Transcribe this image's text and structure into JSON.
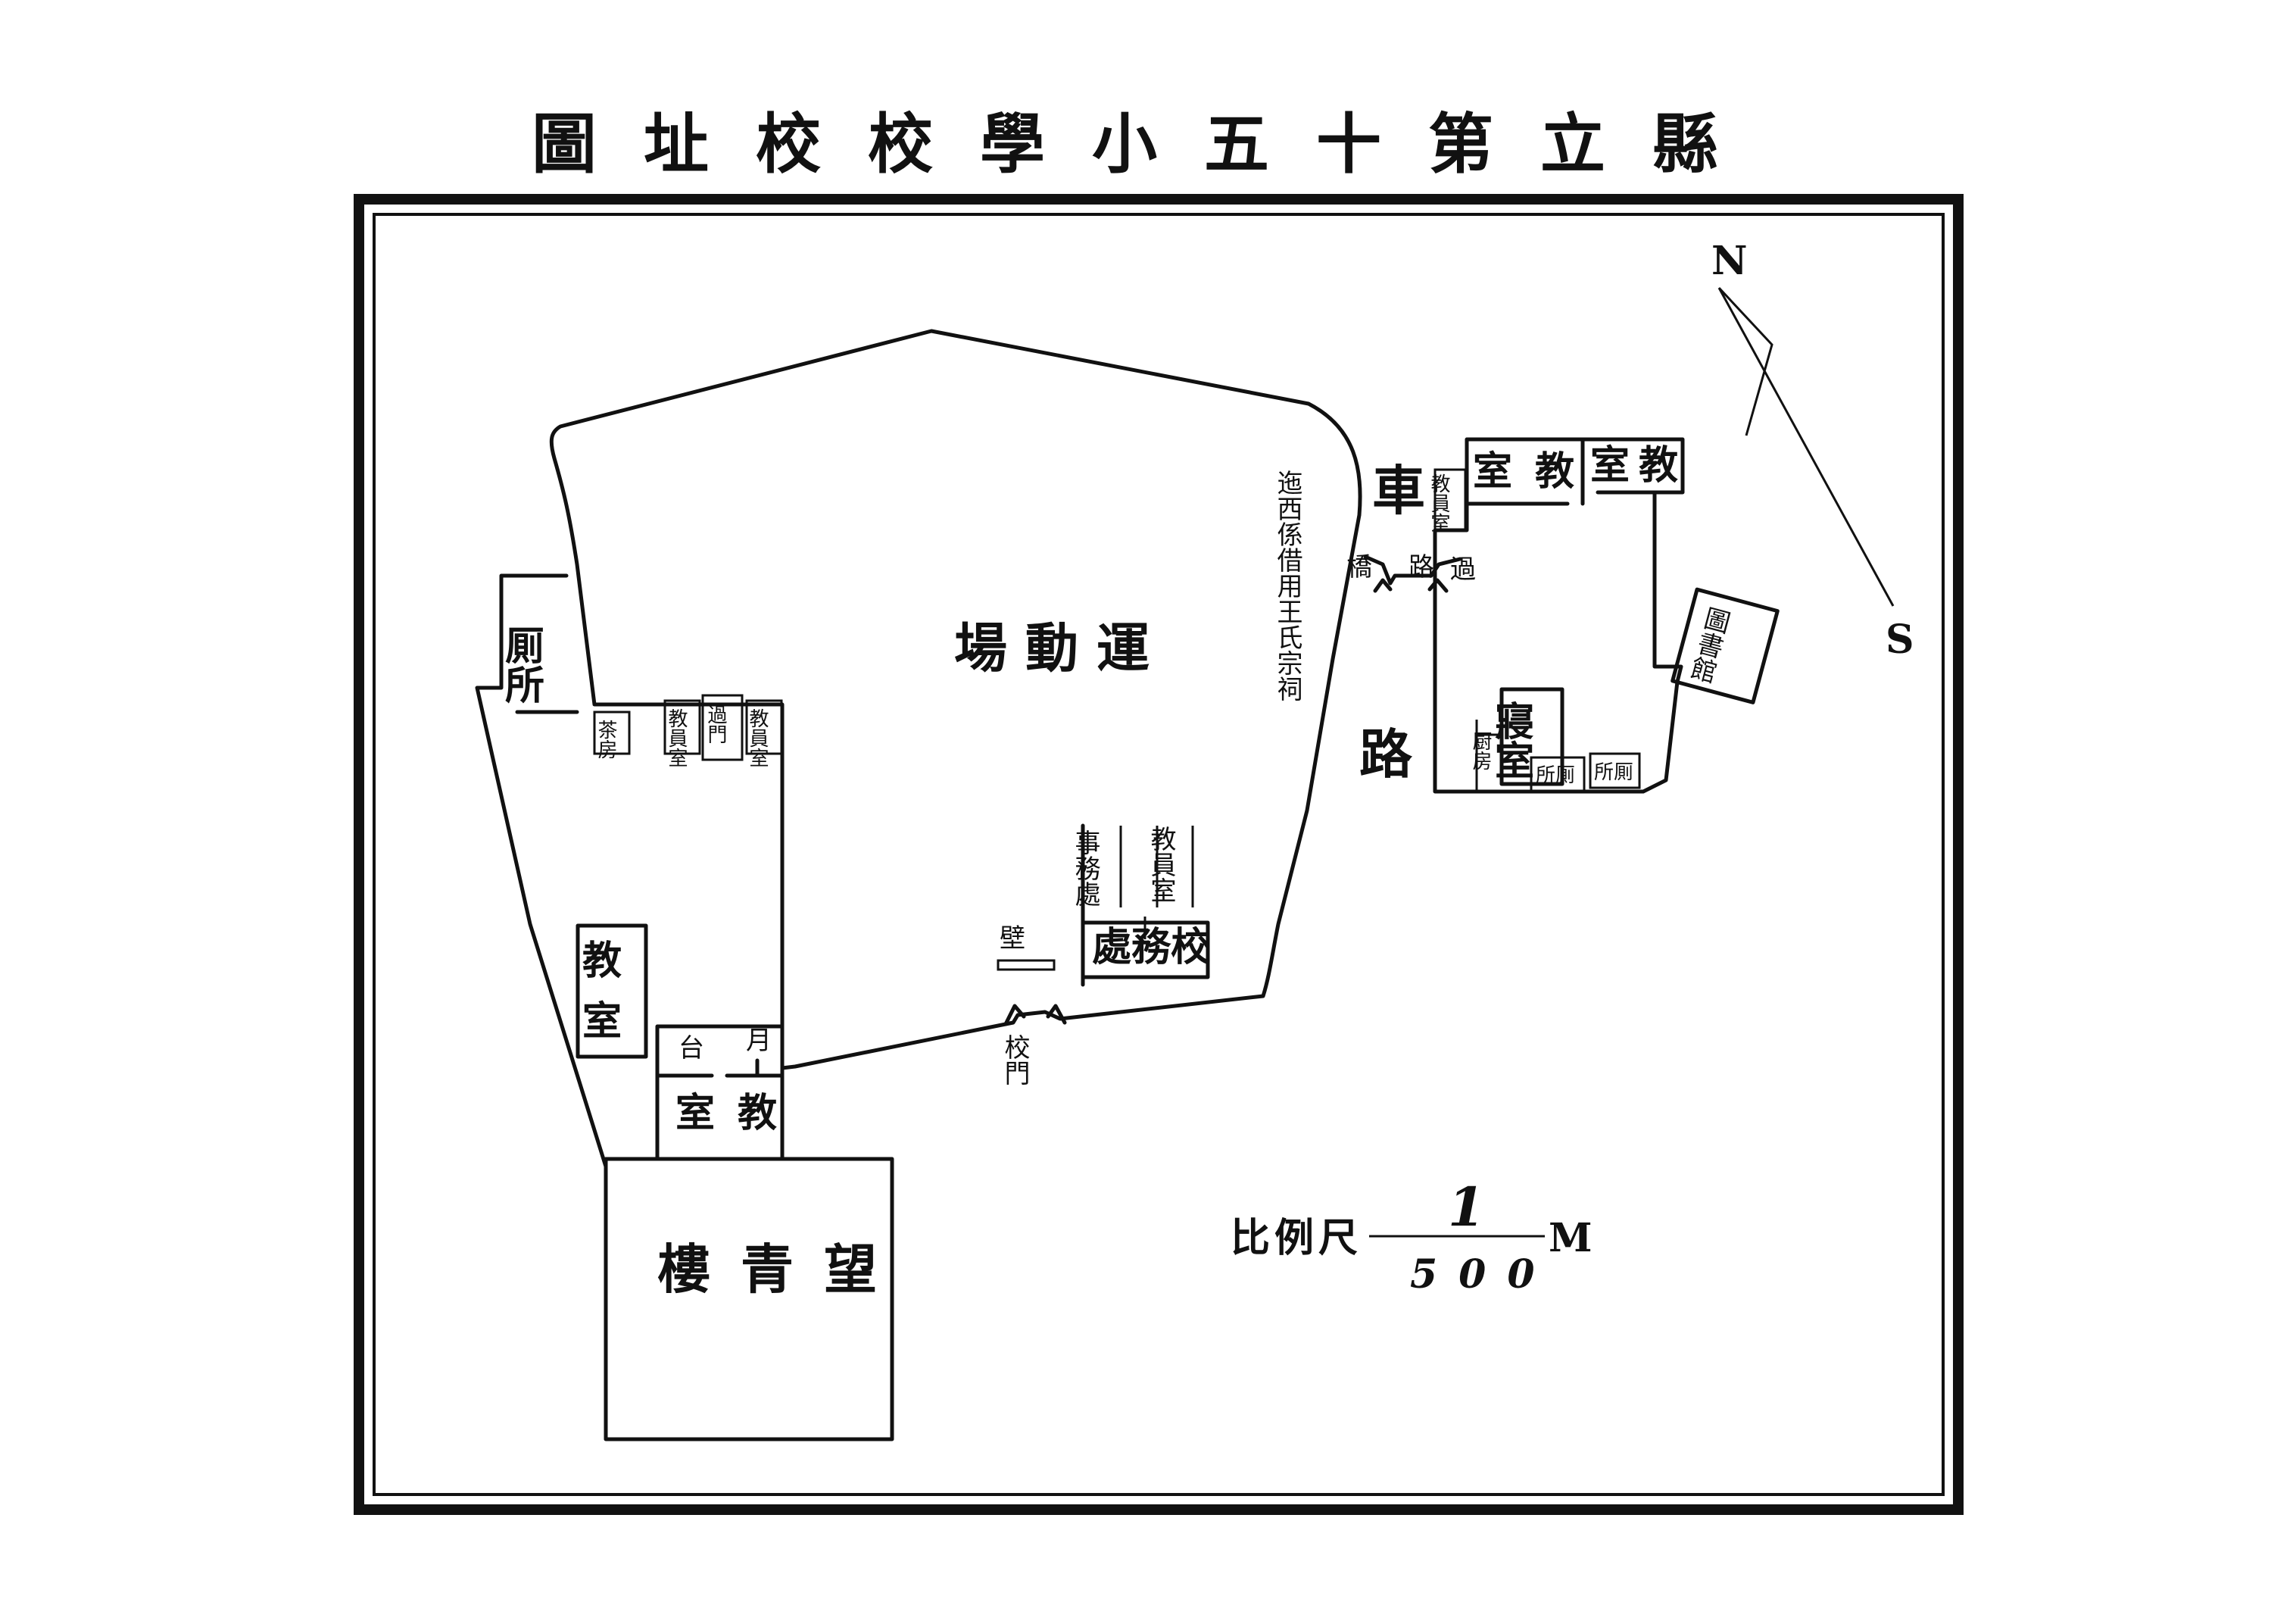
{
  "title": "圖址校校學小五十第立縣",
  "labels": {
    "sports_field": "場動運",
    "borrowed_note": "迤西係借用王氏宗祠",
    "road_che": "車",
    "road_lu": "路",
    "bridge": "橋",
    "pass_road_lu": "路",
    "pass_road_guo": "過",
    "toilet_left": "厠所",
    "tea_room": "茶房",
    "staff_room_left": "教員室",
    "passage_gate": "過門",
    "staff_room_left2": "教員室",
    "classroom_left": "教室",
    "moon_terrace_a": "台",
    "moon_terrace_b": "月",
    "classroom_low_a": "室",
    "classroom_low_b": "教",
    "wangqing_tower": "樓青望",
    "screen_wall": "壁",
    "school_gate": "校門",
    "office": "事務處",
    "staff_room_center": "教員室",
    "school_affairs": "處務校",
    "classroom_right1": "室教",
    "classroom_right2": "室教",
    "staff_room_right": "教員室",
    "library": "圖書館",
    "dormitory": "寢室",
    "kitchen": "厨房",
    "toilet_right1": "所厠",
    "toilet_right2": "所厠"
  },
  "compass": {
    "north": "N",
    "south": "S"
  },
  "scale": {
    "label": "比例尺",
    "numerator": "1",
    "denominator": "500",
    "unit": "M"
  }
}
